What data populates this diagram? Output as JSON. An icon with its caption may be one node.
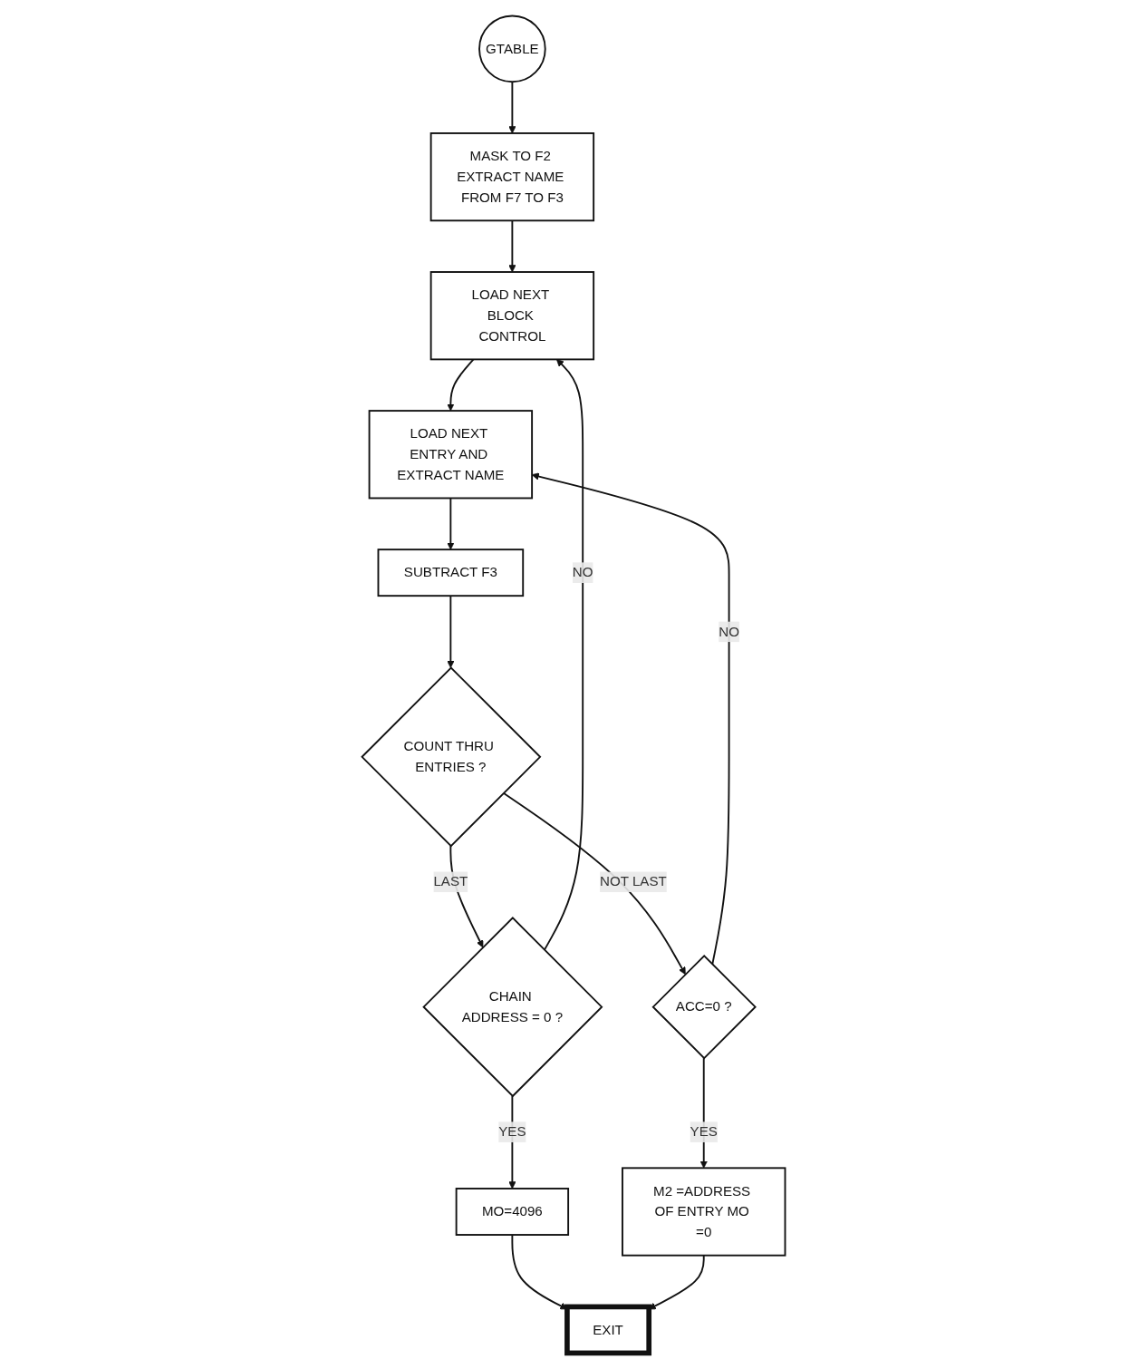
{
  "diagram": {
    "nodes": [
      {
        "text": [
          "GTABLE"
        ]
      },
      {
        "text": [
          "MASK TO F2 EXTRACT NAME FROM F7 TO F3"
        ]
      },
      {
        "text": [
          "LOAD NEXT BLOCK CONTROL"
        ]
      },
      {
        "text": [
          "LOAD NEXT ENTRY AND EXTRACT NAME"
        ]
      },
      {
        "text": [
          "SUBTRACT F3"
        ]
      },
      {
        "text": [
          "CHAIN ADDRESS = 0 ?"
        ]
      },
      {
        "text": [
          "COUNT THRU ENTRIES ?"
        ]
      },
      {
        "text": [
          "ACC=0 ?"
        ]
      },
      {
        "text": [
          "MO=4096"
        ]
      },
      {
        "text": [
          "EXIT"
        ]
      },
      {
        "text": [
          "M2 =ADDRESS OF ENTRY MO =0"
        ]
      }
    ],
    "edges": [
      {
        "from": 0,
        "to": 1,
        "arrow": "to"
      },
      {
        "from": 1,
        "to": 2,
        "arrow": "to"
      },
      {
        "from": 5,
        "to": 2,
        "arrow": "to",
        "label": "NO"
      },
      {
        "from": 2,
        "to": 3,
        "arrow": "to"
      },
      {
        "from": 7,
        "to": 3,
        "arrow": "to",
        "label": "NO"
      },
      {
        "from": 3,
        "to": 4,
        "arrow": "to"
      },
      {
        "from": 4,
        "to": 6,
        "arrow": "to"
      },
      {
        "from": 6,
        "to": 5,
        "arrow": "to",
        "label": "LAST"
      },
      {
        "from": 6,
        "to": 7,
        "arrow": "to",
        "label": "NOT LAST"
      },
      {
        "from": 5,
        "to": 8,
        "arrow": "to",
        "label": "YES"
      },
      {
        "from": 7,
        "to": 10,
        "arrow": "to",
        "label": "YES"
      },
      {
        "from": 8,
        "to": 9,
        "arrow": "to"
      },
      {
        "from": 10,
        "to": 9,
        "arrow": "to"
      }
    ]
  }
}
